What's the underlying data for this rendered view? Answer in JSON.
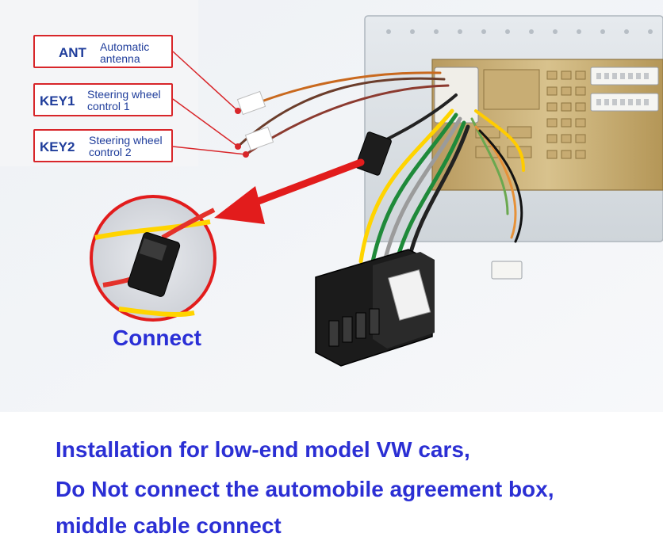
{
  "labels": [
    {
      "code": "ANT",
      "desc_line1": "Automatic",
      "desc_line2": "antenna"
    },
    {
      "code": "KEY1",
      "desc_line1": "Steering wheel",
      "desc_line2": "control 1"
    },
    {
      "code": "KEY2",
      "desc_line1": "Steering wheel",
      "desc_line2": "control 2"
    }
  ],
  "connect_label": "Connect",
  "caption": {
    "line1": "Installation for low-end model VW cars,",
    "line2": "Do Not connect the  automobile agreement box,",
    "line3": "middle cable connect"
  },
  "colors": {
    "label_border": "#d8262a",
    "label_text": "#1f3d9b",
    "caption_text": "#2b2fd4",
    "arrow": "#e21c1c",
    "radio_metal": "#c9b07a"
  }
}
